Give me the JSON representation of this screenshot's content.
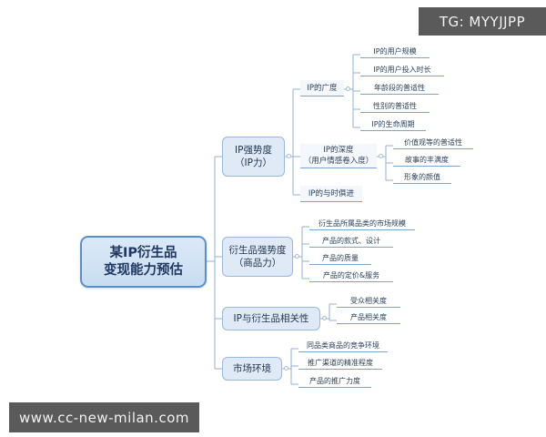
{
  "overlay": {
    "tg_badge": "TG: MYYJJPP",
    "watermark": "www.cc-new-milan.com",
    "badge_bg": "#5a5a5a",
    "badge_text_color": "#f2f2f2"
  },
  "theme": {
    "root_fill": "#d2e3f3",
    "root_border": "#5b8fc9",
    "node_fill": "#dfeaf6",
    "node_border": "#9ab8d8",
    "underline": "#7ba5cf",
    "text": "#2b4058",
    "background": "#ffffff"
  },
  "mindmap": {
    "type": "mindmap",
    "orientation": "left-to-right",
    "root": {
      "line1": "某IP衍生品",
      "line2": "变现能力预估"
    },
    "branches": [
      {
        "line1": "IP强势度",
        "line2": "（IP力）",
        "children": [
          {
            "line1": "IP的广度",
            "line2": "",
            "children": [
              "IP的用户规模",
              "IP的用户投入时长",
              "年龄段的普适性",
              "性别的普适性",
              "IP的生命周期"
            ]
          },
          {
            "line1": "IP的深度",
            "line2": "（用户情感卷入度）",
            "children": [
              "价值观等的普适性",
              "故事的丰满度",
              "形象的颜值"
            ]
          },
          {
            "line1": "IP的与时俱进",
            "line2": "",
            "children": []
          }
        ]
      },
      {
        "line1": "衍生品强势度",
        "line2": "（商品力）",
        "children": [
          {
            "line1": "衍生品所属品类的市场规模",
            "line2": "",
            "children": []
          },
          {
            "line1": "产品的款式、设计",
            "line2": "",
            "children": []
          },
          {
            "line1": "产品的质量",
            "line2": "",
            "children": []
          },
          {
            "line1": "产品的定价&服务",
            "line2": "",
            "children": []
          }
        ]
      },
      {
        "line1": "IP与衍生品相关性",
        "line2": "",
        "children": [
          {
            "line1": "受众相关度",
            "line2": "",
            "children": []
          },
          {
            "line1": "产品相关度",
            "line2": "",
            "children": []
          }
        ]
      },
      {
        "line1": "市场环境",
        "line2": "",
        "children": [
          {
            "line1": "同品类商品的竞争环境",
            "line2": "",
            "children": []
          },
          {
            "line1": "推广渠道的精准程度",
            "line2": "",
            "children": []
          },
          {
            "line1": "产品的推广力度",
            "line2": "",
            "children": []
          }
        ]
      }
    ]
  }
}
